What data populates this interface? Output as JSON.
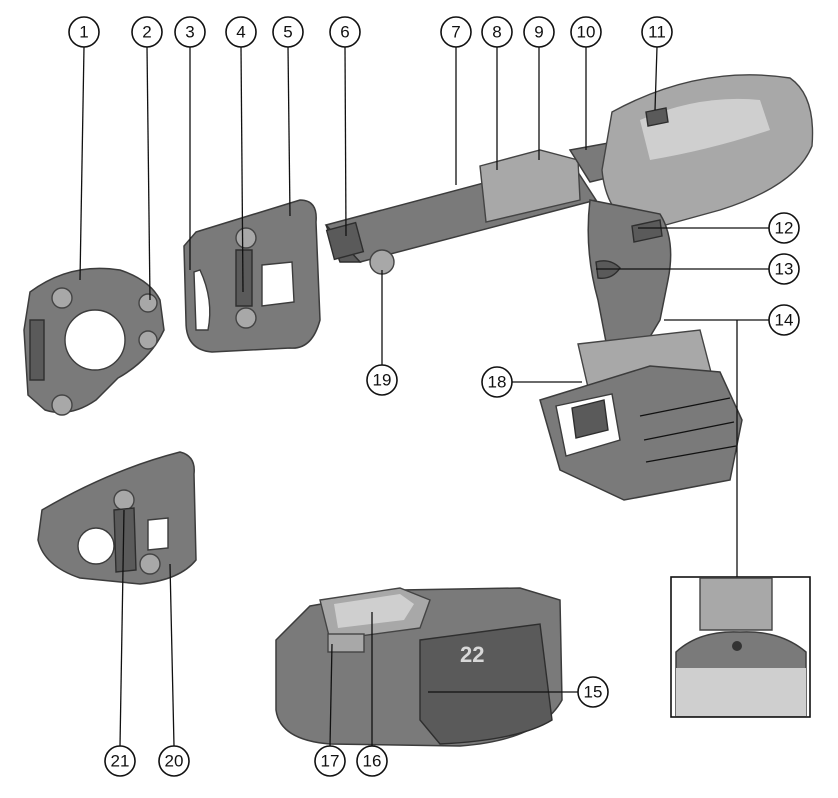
{
  "callouts": [
    {
      "id": "1",
      "label": "1"
    },
    {
      "id": "2",
      "label": "2"
    },
    {
      "id": "3",
      "label": "3"
    },
    {
      "id": "4",
      "label": "4"
    },
    {
      "id": "5",
      "label": "5"
    },
    {
      "id": "6",
      "label": "6"
    },
    {
      "id": "7",
      "label": "7"
    },
    {
      "id": "8",
      "label": "8"
    },
    {
      "id": "9",
      "label": "9"
    },
    {
      "id": "10",
      "label": "10"
    },
    {
      "id": "11",
      "label": "11"
    },
    {
      "id": "12",
      "label": "12"
    },
    {
      "id": "13",
      "label": "13"
    },
    {
      "id": "14",
      "label": "14"
    },
    {
      "id": "15",
      "label": "15"
    },
    {
      "id": "16",
      "label": "16"
    },
    {
      "id": "17",
      "label": "17"
    },
    {
      "id": "18",
      "label": "18"
    },
    {
      "id": "19",
      "label": "19"
    },
    {
      "id": "20",
      "label": "20"
    },
    {
      "id": "21",
      "label": "21"
    }
  ],
  "battery": {
    "capacity_marking": "22"
  },
  "colors": {
    "line": "#111111",
    "part": "#7a7a7a",
    "background": "#ffffff"
  }
}
